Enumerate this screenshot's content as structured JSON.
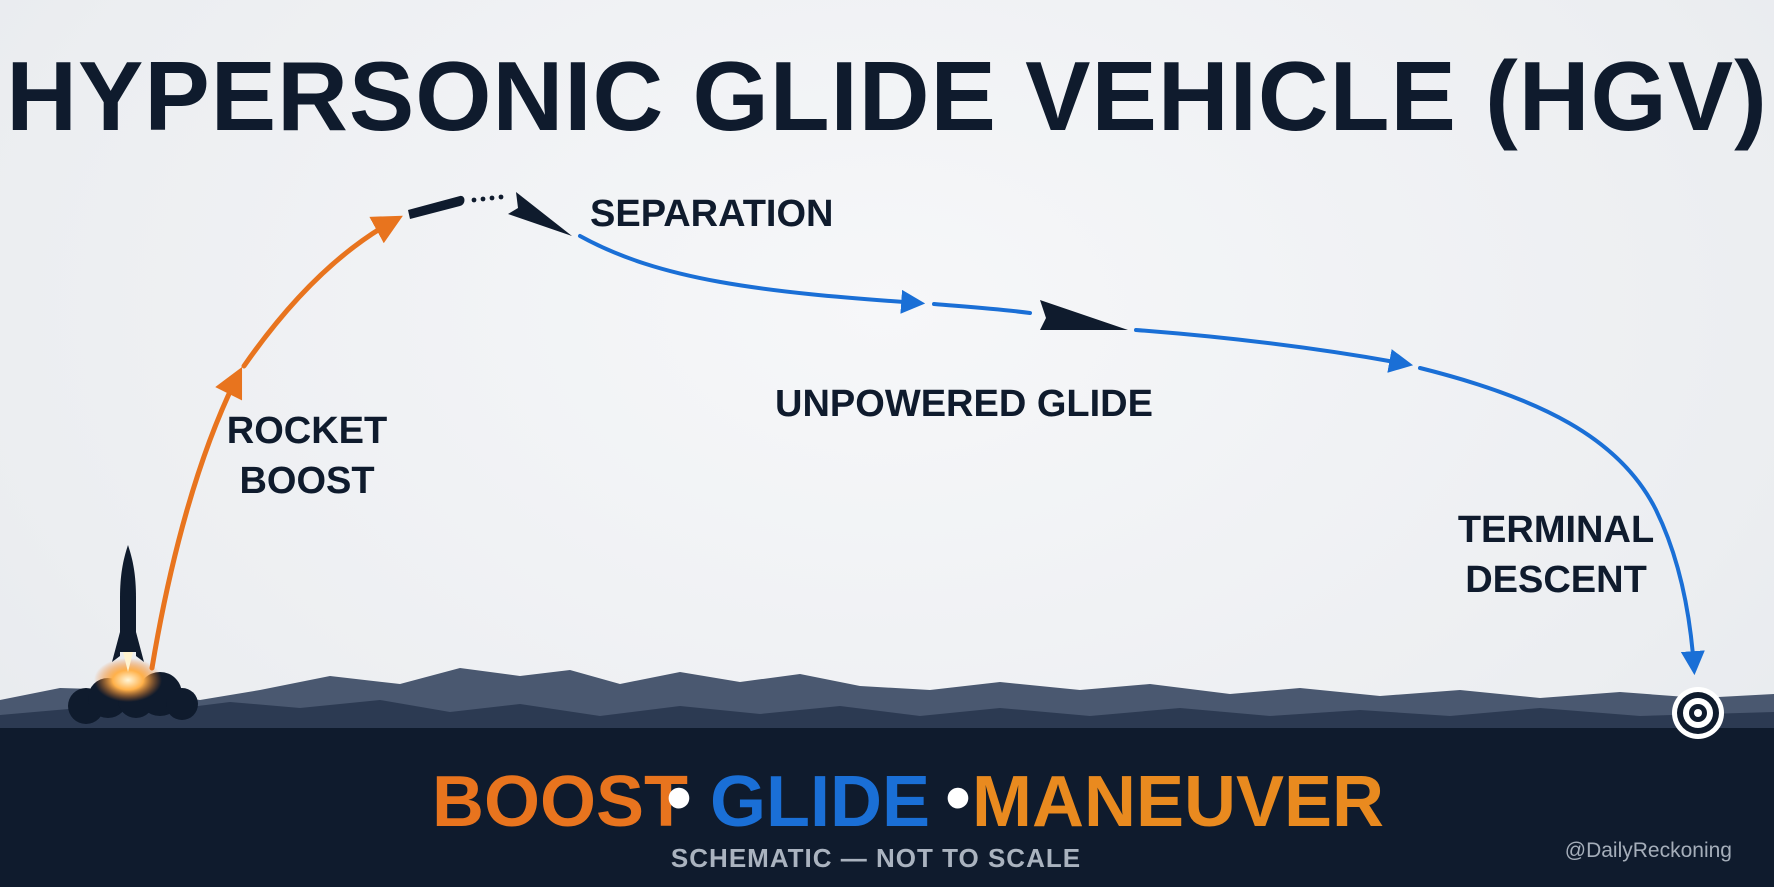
{
  "title": "HYPERSONIC GLIDE VEHICLE (HGV)",
  "labels": {
    "rocket_boost_line1": "ROCKET",
    "rocket_boost_line2": "BOOST",
    "separation": "SEPARATION",
    "unpowered_glide": "UNPOWERED GLIDE",
    "terminal_descent_line1": "TERMINAL",
    "terminal_descent_line2": "DESCENT"
  },
  "tagline": {
    "boost": "BOOST",
    "separator": "•",
    "glide": "GLIDE",
    "maneuver": "MANEUVER"
  },
  "caption": "SCHEMATIC — NOT TO SCALE",
  "credit": "@DailyReckoning",
  "colors": {
    "boost": "#e8741e",
    "glide": "#1a6fd6",
    "maneuver": "#e98a1f",
    "ink": "#0f1b2d",
    "ground": "#0f1b2d"
  },
  "icons": [
    "rocket-icon",
    "booster-icon",
    "glide-vehicle-icon",
    "target-icon",
    "mountains-silhouette"
  ]
}
